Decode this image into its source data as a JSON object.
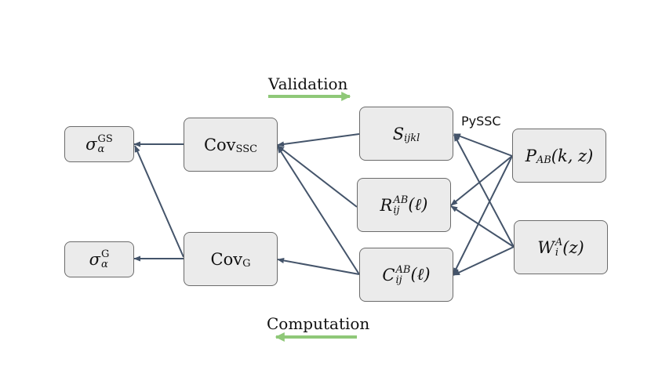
{
  "validation": {
    "label": "Validation",
    "arrow_color": "#8fc878"
  },
  "computation": {
    "label": "Computation",
    "arrow_color": "#8fc878"
  },
  "pyssc_label": "PySSC",
  "nodes": {
    "sigma_gs": {
      "base": "σ",
      "sub": "α",
      "sup": "GS"
    },
    "sigma_g": {
      "base": "σ",
      "sub": "α",
      "sup": "G"
    },
    "cov_ssc": {
      "base": "Cov",
      "sub": "SSC"
    },
    "cov_g": {
      "base": "Cov",
      "sub": "G"
    },
    "s_ijkl": {
      "base": "S",
      "sub": "ijkl"
    },
    "r_ij": {
      "base": "R",
      "sub": "ij",
      "sup": "AB",
      "arg": "(ℓ)"
    },
    "c_ij": {
      "base": "C",
      "sub": "ij",
      "sup": "AB",
      "arg": "(ℓ)"
    },
    "p_ab": {
      "base": "P",
      "sub": "AB",
      "arg": "(k, z)"
    },
    "w_i": {
      "base": "W",
      "sub": "i",
      "sup": "A",
      "arg": "(z)"
    }
  },
  "edge_color": "#44546a"
}
